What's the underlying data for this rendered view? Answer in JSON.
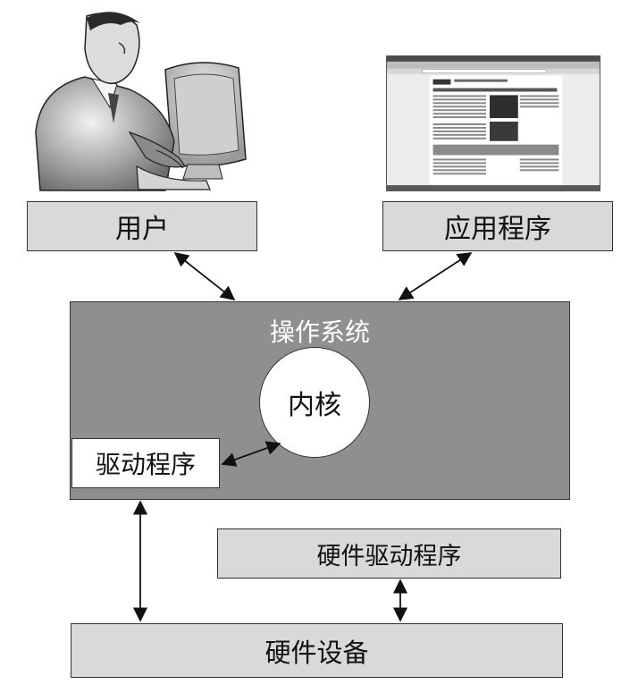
{
  "nodes": {
    "user": "用户",
    "application": "应用程序",
    "operating_system": "操作系统",
    "kernel": "内核",
    "driver": "驱动程序",
    "hardware_driver": "硬件驱动程序",
    "hardware_device": "硬件设备"
  },
  "colors": {
    "light_box": "#d9d9d9",
    "os_box": "#8f8f8f",
    "arrow": "#111111"
  },
  "icons": {
    "user": "person-at-computer-icon",
    "application": "browser-window-icon"
  }
}
